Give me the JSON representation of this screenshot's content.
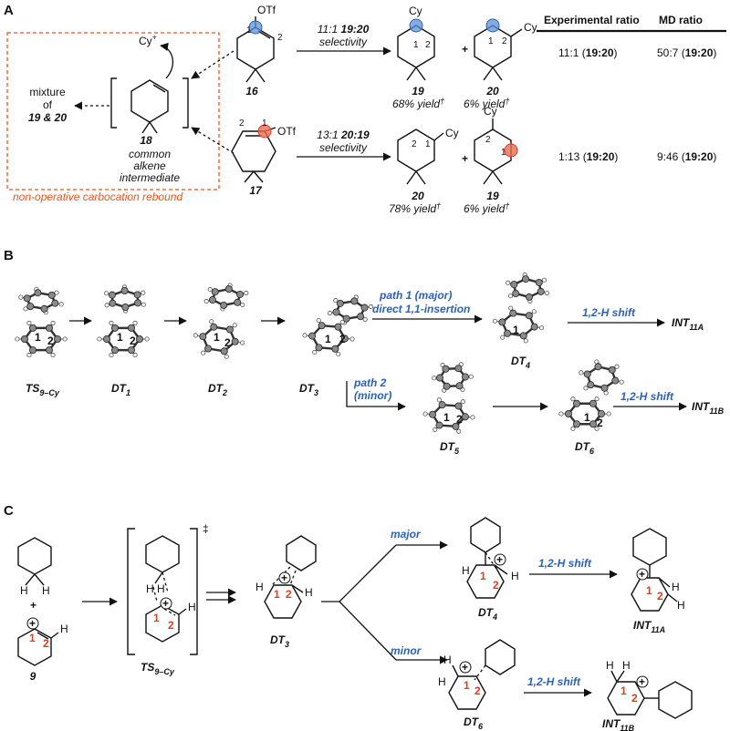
{
  "colors": {
    "accent_blue": "#2a63b6",
    "accent_red": "#e03c1e",
    "box_red": "#e8541e"
  },
  "panels": {
    "a": "A",
    "b": "B",
    "c": "C"
  },
  "panelA": {
    "otf": "OTf",
    "pos1": "1",
    "pos2": "2",
    "cation": "Cy",
    "cation_sup": "+",
    "mixture_line1": "mixture",
    "mixture_line2": "of",
    "mixture_line3": "19 & 20",
    "intermediate_num": "18",
    "intermediate_line1": "common",
    "intermediate_line2": "alkene",
    "intermediate_line3": "intermediate",
    "rebound_label": "non-operative carbocation rebound",
    "cmpd16": "16",
    "cmpd17": "17",
    "sel1_ratio": "11:1",
    "sel1_pair": "19:20",
    "sel1_word": "selectivity",
    "sel2_ratio": "13:1",
    "sel2_pair": "20:19",
    "sel2_word": "selectivity",
    "cy": "Cy",
    "plus": "+",
    "prod_top_left_num": "19",
    "prod_top_left_yield": "68% yield",
    "prod_top_right_num": "20",
    "prod_top_right_yield": "6% yield",
    "prod_bot_left_num": "20",
    "prod_bot_left_yield": "78% yield",
    "prod_bot_right_num": "19",
    "prod_bot_right_yield": "6% yield",
    "dagger": "†",
    "table": {
      "col1": "Experimental ratio",
      "col2": "MD ratio",
      "rows": [
        {
          "exp": "11:1 (",
          "exp_b": "19:20",
          "exp_end": ")",
          "md": "50:7 (",
          "md_b": "19:20",
          "md_end": ")"
        },
        {
          "exp": "1:13 (",
          "exp_b": "19:20",
          "exp_end": ")",
          "md": "9:46 (",
          "md_b": "19:20",
          "md_end": ")"
        }
      ]
    }
  },
  "panelB": {
    "ts": "TS",
    "ts_sub": "9–Cy",
    "dt1": "DT",
    "dt1_sub": "1",
    "dt2": "DT",
    "dt2_sub": "2",
    "dt3": "DT",
    "dt3_sub": "3",
    "dt4": "DT",
    "dt4_sub": "4",
    "dt5": "DT",
    "dt5_sub": "5",
    "dt6": "DT",
    "dt6_sub": "6",
    "path1_line1": "path 1 (major)",
    "path1_line2": "direct 1,1-insertion",
    "path2_line1": "path 2",
    "path2_line2": "(minor)",
    "shift1": "1,2-H shift",
    "shift2": "1,2-H shift",
    "int11a": "INT",
    "int11a_sub": "11A",
    "int11b": "INT",
    "int11b_sub": "11B",
    "n1": "1",
    "n2": "2"
  },
  "panelC": {
    "plus": "+",
    "h": "H",
    "cmpd9": "9",
    "ts": "TS",
    "ts_sub": "9–Cy",
    "dagger2": "‡",
    "dt3": "DT",
    "dt3_sub": "3",
    "major": "major",
    "minor": "minor",
    "dt4": "DT",
    "dt4_sub": "4",
    "dt6": "DT",
    "dt6_sub": "6",
    "shift1": "1,2-H shift",
    "shift2": "1,2-H shift",
    "int11a": "INT",
    "int11a_sub": "11A",
    "int11b": "INT",
    "int11b_sub": "11B",
    "n1": "1",
    "n2": "2",
    "plus_charge": "+"
  }
}
